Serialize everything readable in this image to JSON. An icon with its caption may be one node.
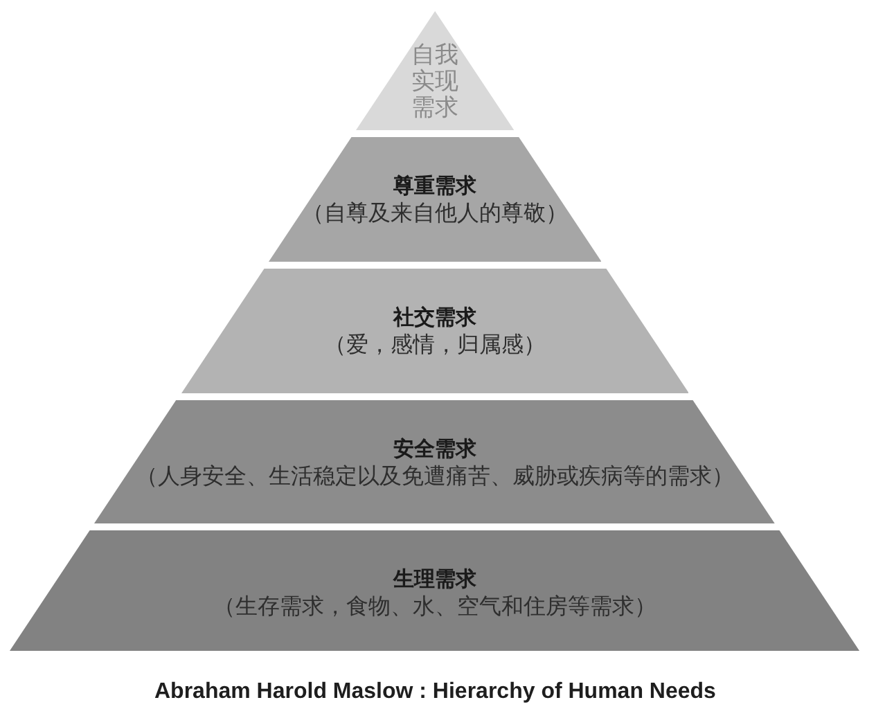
{
  "diagram": {
    "caption": "Abraham Harold Maslow : Hierarchy of Human Needs",
    "nodes": [
      {
        "text": [
          "自我实现需求"
        ]
      },
      {
        "text": [
          "尊重需求",
          "（自尊及来自他人的尊敬）"
        ]
      },
      {
        "text": [
          "社交需求",
          "（爱，感情，归属感）"
        ]
      },
      {
        "text": [
          "安全需求",
          "（人身安全、生活稳定以及免遭痛苦、威胁或疾病等的需求）"
        ]
      },
      {
        "text": [
          "生理需求",
          "（生存需求，食物、水、空气和住房等需求）"
        ]
      }
    ]
  }
}
